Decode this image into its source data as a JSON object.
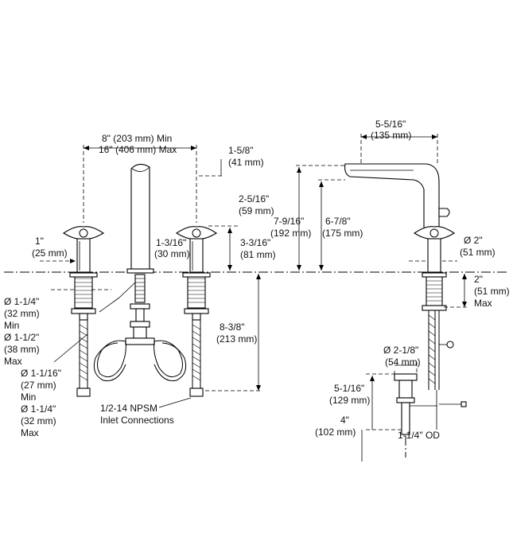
{
  "dims": {
    "spread_main": "8\" (203 mm) Min",
    "spread_sub": "16\" (406 mm) Max",
    "spout_offset_in": "1-5/8\"",
    "spout_offset_mm": "(41 mm)",
    "handle_height_in": "2-5/16\"",
    "handle_height_mm": "(59 mm)",
    "handle_base_in": "1-3/16\"",
    "handle_base_mm": "(30 mm)",
    "spout_height_in": "3-3/16\"",
    "spout_height_mm": "(81 mm)",
    "handle_offset_in": "1\"",
    "handle_offset_mm": "(25 mm)",
    "reach_in": "5-5/16\"",
    "reach_mm": "(135 mm)",
    "total_height_in": "7-9/16\"",
    "total_height_mm": "(192 mm)",
    "spout_clearance_in": "6-7/8\"",
    "spout_clearance_mm": "(175 mm)",
    "base_dia_in": "Ø 2\"",
    "base_dia_mm": "(51 mm)",
    "deck_max_in": "2\"",
    "deck_max_mm": "(51 mm)",
    "deck_max_label": "Max",
    "hole_a_in": "Ø 1-1/4\"",
    "hole_a_mm": "(32 mm)",
    "hole_a_min": "Min",
    "hole_b_in": "Ø 1-1/2\"",
    "hole_b_mm": "(38 mm)",
    "hole_b_max": "Max",
    "hole_c_in": "Ø 1-1/16\"",
    "hole_c_mm": "(27 mm)",
    "hole_c_min": "Min",
    "hole_d_in": "Ø 1-1/4\"",
    "hole_d_mm": "(32 mm)",
    "hole_d_max": "Max",
    "hose_len_in": "8-3/8\"",
    "hose_len_mm": "(213 mm)",
    "inlet_line1": "1/2-14 NPSM",
    "inlet_line2": "Inlet Connections",
    "drain_dia_in": "Ø 2-1/8\"",
    "drain_dia_mm": "(54 mm)",
    "drain_len_in": "5-1/16\"",
    "drain_len_mm": "(129 mm)",
    "tail_len_in": "4\"",
    "tail_len_mm": "(102 mm)",
    "tail_od": "1-1/4\" OD"
  },
  "colors": {
    "line": "#000000",
    "background": "#ffffff"
  }
}
